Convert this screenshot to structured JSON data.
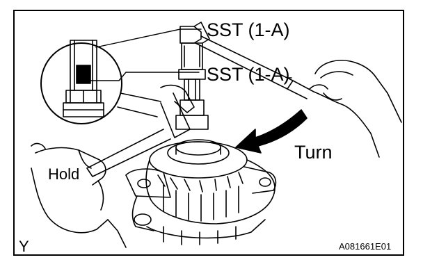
{
  "diagram": {
    "callouts": {
      "sst_top": "SST (1-A)",
      "sst_lower": "SST (1-A)",
      "turn": "Turn",
      "hold": "Hold"
    },
    "corner_letter": "Y",
    "figure_code": "A081661E01"
  },
  "colors": {
    "ink": "#000000",
    "paper": "#ffffff"
  }
}
